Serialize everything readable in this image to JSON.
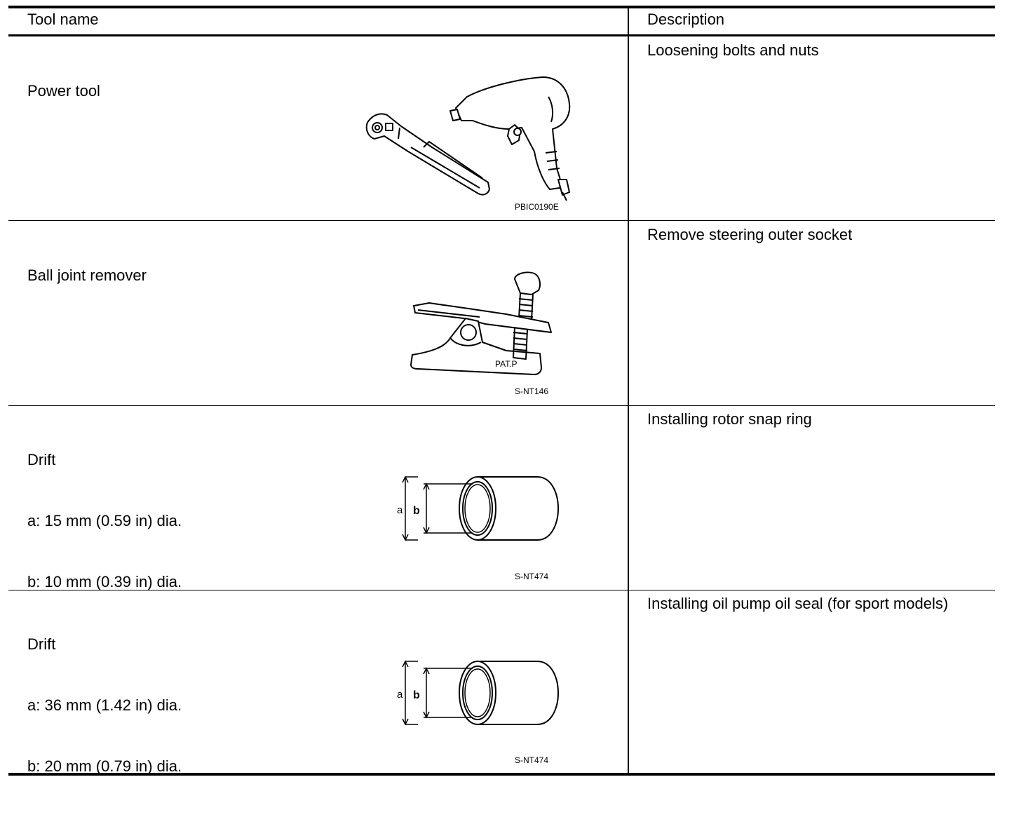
{
  "header": {
    "col_tool": "Tool name",
    "col_desc": "Description"
  },
  "rows": [
    {
      "name": "Power tool",
      "specs": [],
      "code": "PBIC0190E",
      "icon": "power-tool-illustration",
      "desc": "Loosening bolts and nuts"
    },
    {
      "name": "Ball joint remover",
      "specs": [],
      "code": "S-NT146",
      "icon": "ball-joint-remover-illustration",
      "fig_label": "PAT.P",
      "desc": "Remove steering outer socket"
    },
    {
      "name": "Drift",
      "specs": [
        "a: 15 mm (0.59 in) dia.",
        "b: 10 mm (0.39 in) dia."
      ],
      "code": "S-NT474",
      "icon": "drift-illustration",
      "dim_a": "a",
      "dim_b": "b",
      "desc": "Installing rotor snap ring"
    },
    {
      "name": "Drift",
      "specs": [
        "a: 36 mm (1.42 in) dia.",
        "b: 20 mm (0.79 in) dia."
      ],
      "code": "S-NT474",
      "icon": "drift-illustration",
      "dim_a": "a",
      "dim_b": "b",
      "desc": "Installing oil pump oil seal (for sport models)"
    }
  ]
}
